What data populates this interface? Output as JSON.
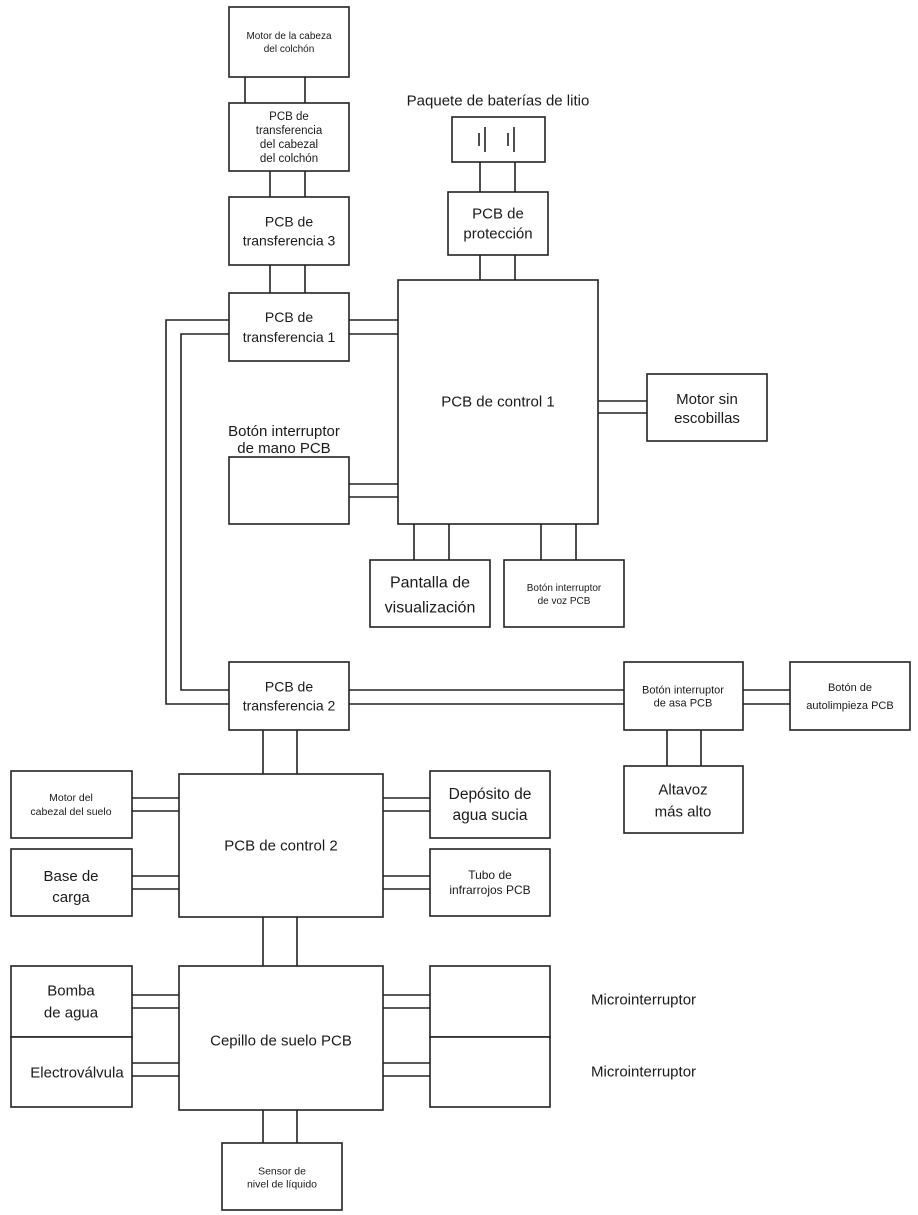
{
  "nodes": {
    "motor_cabeza_colchon": {
      "lines": [
        "Motor de la cabeza",
        "del colchón"
      ]
    },
    "pcb_transfer_cabezal": {
      "lines": [
        "PCB de",
        "transferencia",
        "del cabezal",
        "del colchón"
      ]
    },
    "pcb_transfer_3": {
      "lines": [
        "PCB de",
        "transferencia 3"
      ]
    },
    "pcb_transfer_1": {
      "lines": [
        "PCB de",
        "transferencia 1"
      ]
    },
    "baterias": {
      "lines": []
    },
    "pcb_proteccion": {
      "lines": [
        "PCB de",
        "protección"
      ]
    },
    "pcb_control_1": {
      "lines": [
        "PCB de control 1"
      ]
    },
    "motor_sin_escobillas": {
      "lines": [
        "Motor sin",
        "escobillas"
      ]
    },
    "boton_mano": {
      "lines": []
    },
    "pantalla": {
      "lines": [
        "Pantalla de",
        "visualización"
      ]
    },
    "boton_voz": {
      "lines": [
        "Botón interruptor",
        "de voz PCB"
      ]
    },
    "pcb_transfer_2": {
      "lines": [
        "PCB de",
        "transferencia 2"
      ]
    },
    "boton_asa": {
      "lines": [
        "Botón interruptor",
        "de asa PCB"
      ]
    },
    "boton_autolimpieza": {
      "lines": [
        "Botón de",
        "autolimpieza PCB"
      ]
    },
    "altavoz": {
      "lines": [
        "Altavoz",
        "más alto"
      ]
    },
    "motor_cabezal_suelo": {
      "lines": [
        "Motor del",
        "cabezal del suelo"
      ]
    },
    "pcb_control_2": {
      "lines": [
        "PCB de control 2"
      ]
    },
    "deposito": {
      "lines": [
        "Depósito de",
        "agua sucia"
      ]
    },
    "base_carga": {
      "lines": [
        "Base de",
        "carga"
      ]
    },
    "tubo_infrarrojos": {
      "lines": [
        "Tubo de",
        "infrarrojos PCB"
      ]
    },
    "bomba": {
      "lines": [
        "Bomba",
        "de agua"
      ]
    },
    "cepillo": {
      "lines": [
        "Cepillo de suelo PCB"
      ]
    },
    "micro_1": {
      "lines": []
    },
    "electrovalvula": {
      "lines": [
        "Electroválvula"
      ]
    },
    "micro_2": {
      "lines": []
    },
    "sensor_nivel": {
      "lines": [
        "Sensor de",
        "nivel de líquido"
      ]
    }
  },
  "labels": {
    "baterias_title": "Paquete de baterías de litio",
    "boton_mano_title": [
      "Botón interruptor",
      "de mano PCB"
    ],
    "micro_1_title": "Microinterruptor",
    "micro_2_title": "Microinterruptor"
  }
}
